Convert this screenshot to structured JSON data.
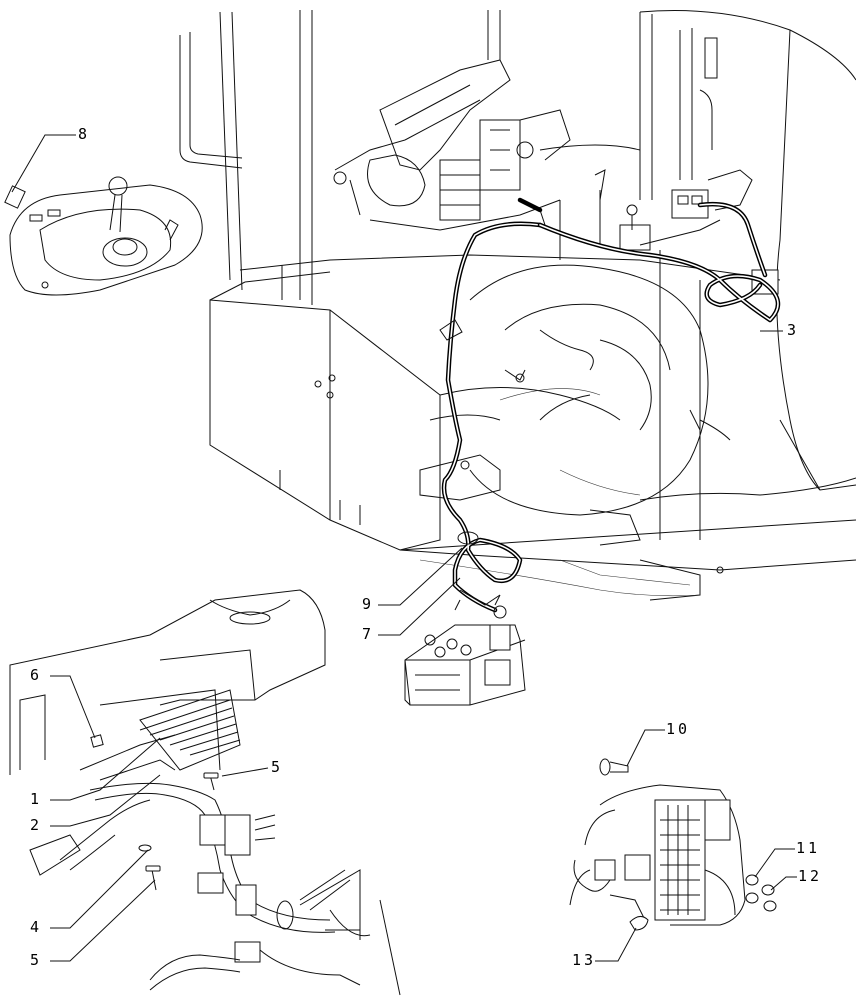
{
  "diagram": {
    "callouts": [
      {
        "id": "c1",
        "text": "1"
      },
      {
        "id": "c2",
        "text": "2"
      },
      {
        "id": "c3",
        "text": "3"
      },
      {
        "id": "c4",
        "text": "4"
      },
      {
        "id": "c5a",
        "text": "5"
      },
      {
        "id": "c5b",
        "text": "5"
      },
      {
        "id": "c6",
        "text": "6"
      },
      {
        "id": "c7",
        "text": "7"
      },
      {
        "id": "c8",
        "text": "8"
      },
      {
        "id": "c9",
        "text": "9"
      },
      {
        "id": "c10",
        "text": "10"
      },
      {
        "id": "c11",
        "text": "11"
      },
      {
        "id": "c12",
        "text": "12"
      },
      {
        "id": "c13",
        "text": "13"
      }
    ]
  }
}
